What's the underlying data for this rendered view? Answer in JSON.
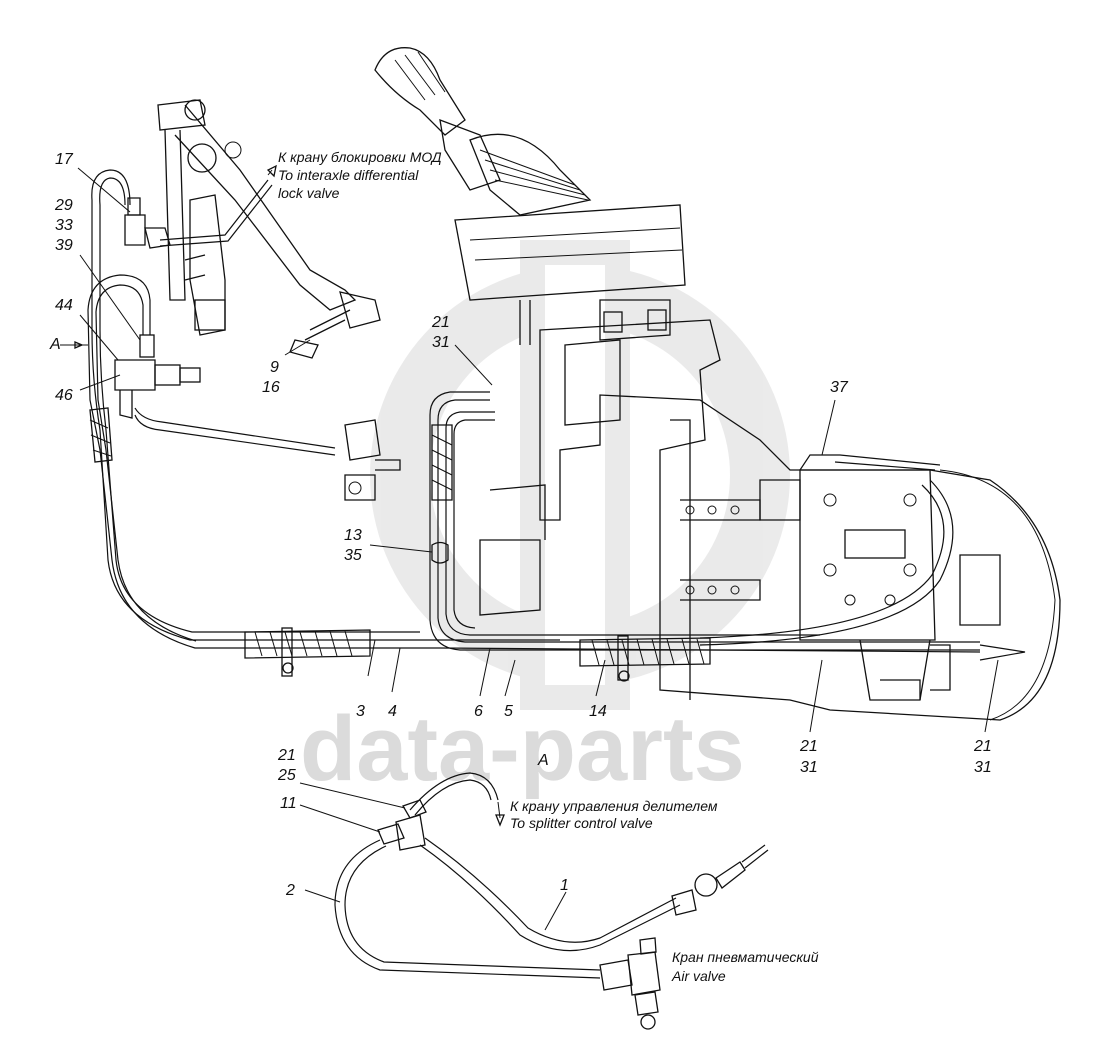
{
  "watermark": {
    "text": "data-parts"
  },
  "annotations": {
    "interaxle_ru": "К крану блокировки МОД",
    "interaxle_en1": "To interaxle differential",
    "interaxle_en2": "lock valve",
    "splitter_ru": "К крану управления делителем",
    "splitter_en": "To splitter control valve",
    "airvalve_ru": "Кран пневматический",
    "airvalve_en": "Air valve",
    "view_a": "A",
    "view_a_arrow": "A"
  },
  "callouts": {
    "c17": "17",
    "c29": "29",
    "c33": "33",
    "c39": "39",
    "c44": "44",
    "c46": "46",
    "c9": "9",
    "c16": "16",
    "c21a": "21",
    "c31a": "31",
    "c37": "37",
    "c13": "13",
    "c35": "35",
    "c3": "3",
    "c4": "4",
    "c6": "6",
    "c5": "5",
    "c14": "14",
    "c21b": "21",
    "c31b": "31",
    "c21c": "21",
    "c31c": "31",
    "c21d": "21",
    "c25": "25",
    "c11": "11",
    "c2": "2",
    "c1": "1"
  }
}
